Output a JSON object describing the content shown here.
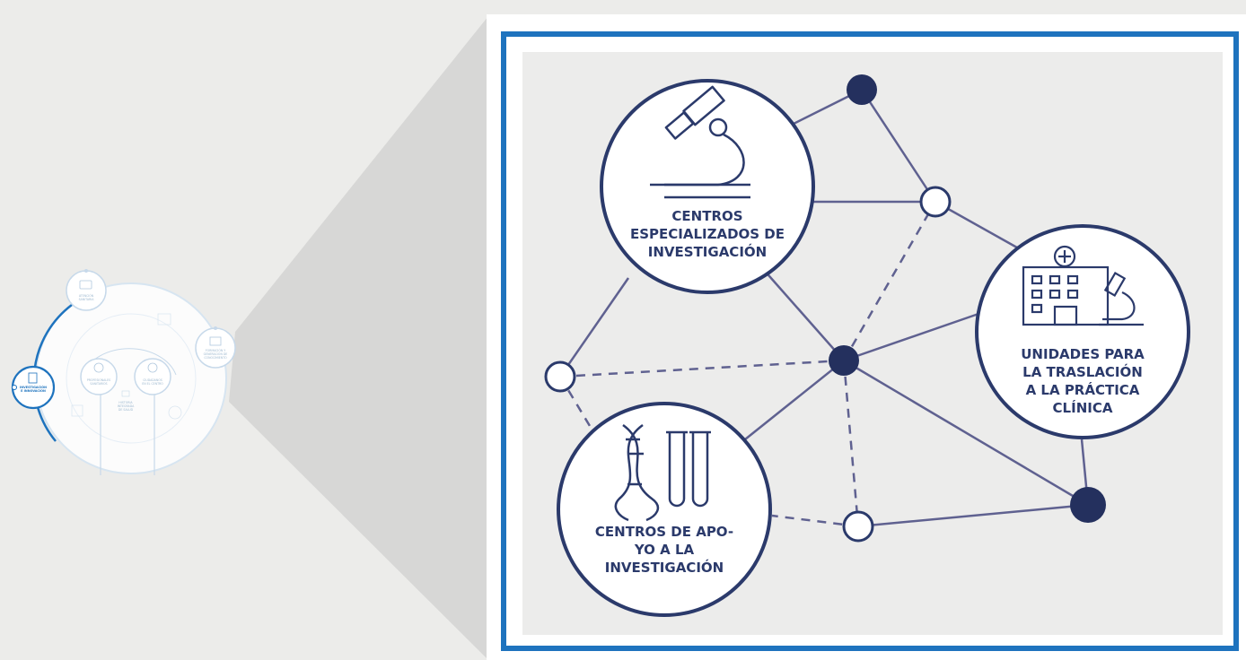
{
  "overview": {
    "nodes": [
      {
        "lines": [
          "ATENCIÓN",
          "SANITARIA"
        ],
        "icon": "monitor-icon"
      },
      {
        "lines": [
          "FORMACIÓN Y",
          "GENERACIÓN DE",
          "CONOCIMIENTO"
        ],
        "icon": "book-icon"
      },
      {
        "lines": [
          "INVESTIGACIÓN",
          "E INNOVACIÓN"
        ],
        "icon": "microscope-hand-icon",
        "active": true
      },
      {
        "lines": [
          "PROFESIONALES",
          "SANITARIOS"
        ],
        "icon": "doctor-icon"
      },
      {
        "lines": [
          "CIUDADANOS",
          "EN EL CENTRO"
        ],
        "icon": "person-icon"
      },
      {
        "lines": [
          "HISTORIA",
          "INTEGRADA",
          "DE SALUD"
        ],
        "icon": "record-icon"
      }
    ]
  },
  "diagram": {
    "hubs": [
      {
        "id": "research-centers",
        "lines": [
          "CENTROS",
          "ESPECIALIZADOS DE",
          "INVESTIGACIÓN"
        ],
        "icon": "microscope-icon"
      },
      {
        "id": "translation-units",
        "lines": [
          "UNIDADES PARA",
          "LA TRASLACIÓN",
          "A LA PRÁCTICA",
          "CLÍNICA"
        ],
        "icon": "hospital-microscope-icon"
      },
      {
        "id": "support-centers",
        "lines": [
          "CENTROS DE APO-",
          "YO A LA",
          "INVESTIGACIÓN"
        ],
        "icon": "dna-test-tubes-icon"
      }
    ],
    "colors": {
      "frame": "#1e73be",
      "hub_stroke": "#2b3a6b",
      "edge": "#5f6190",
      "node_fill_dark": "#24305e",
      "panel_bg": "#ececeb"
    }
  }
}
